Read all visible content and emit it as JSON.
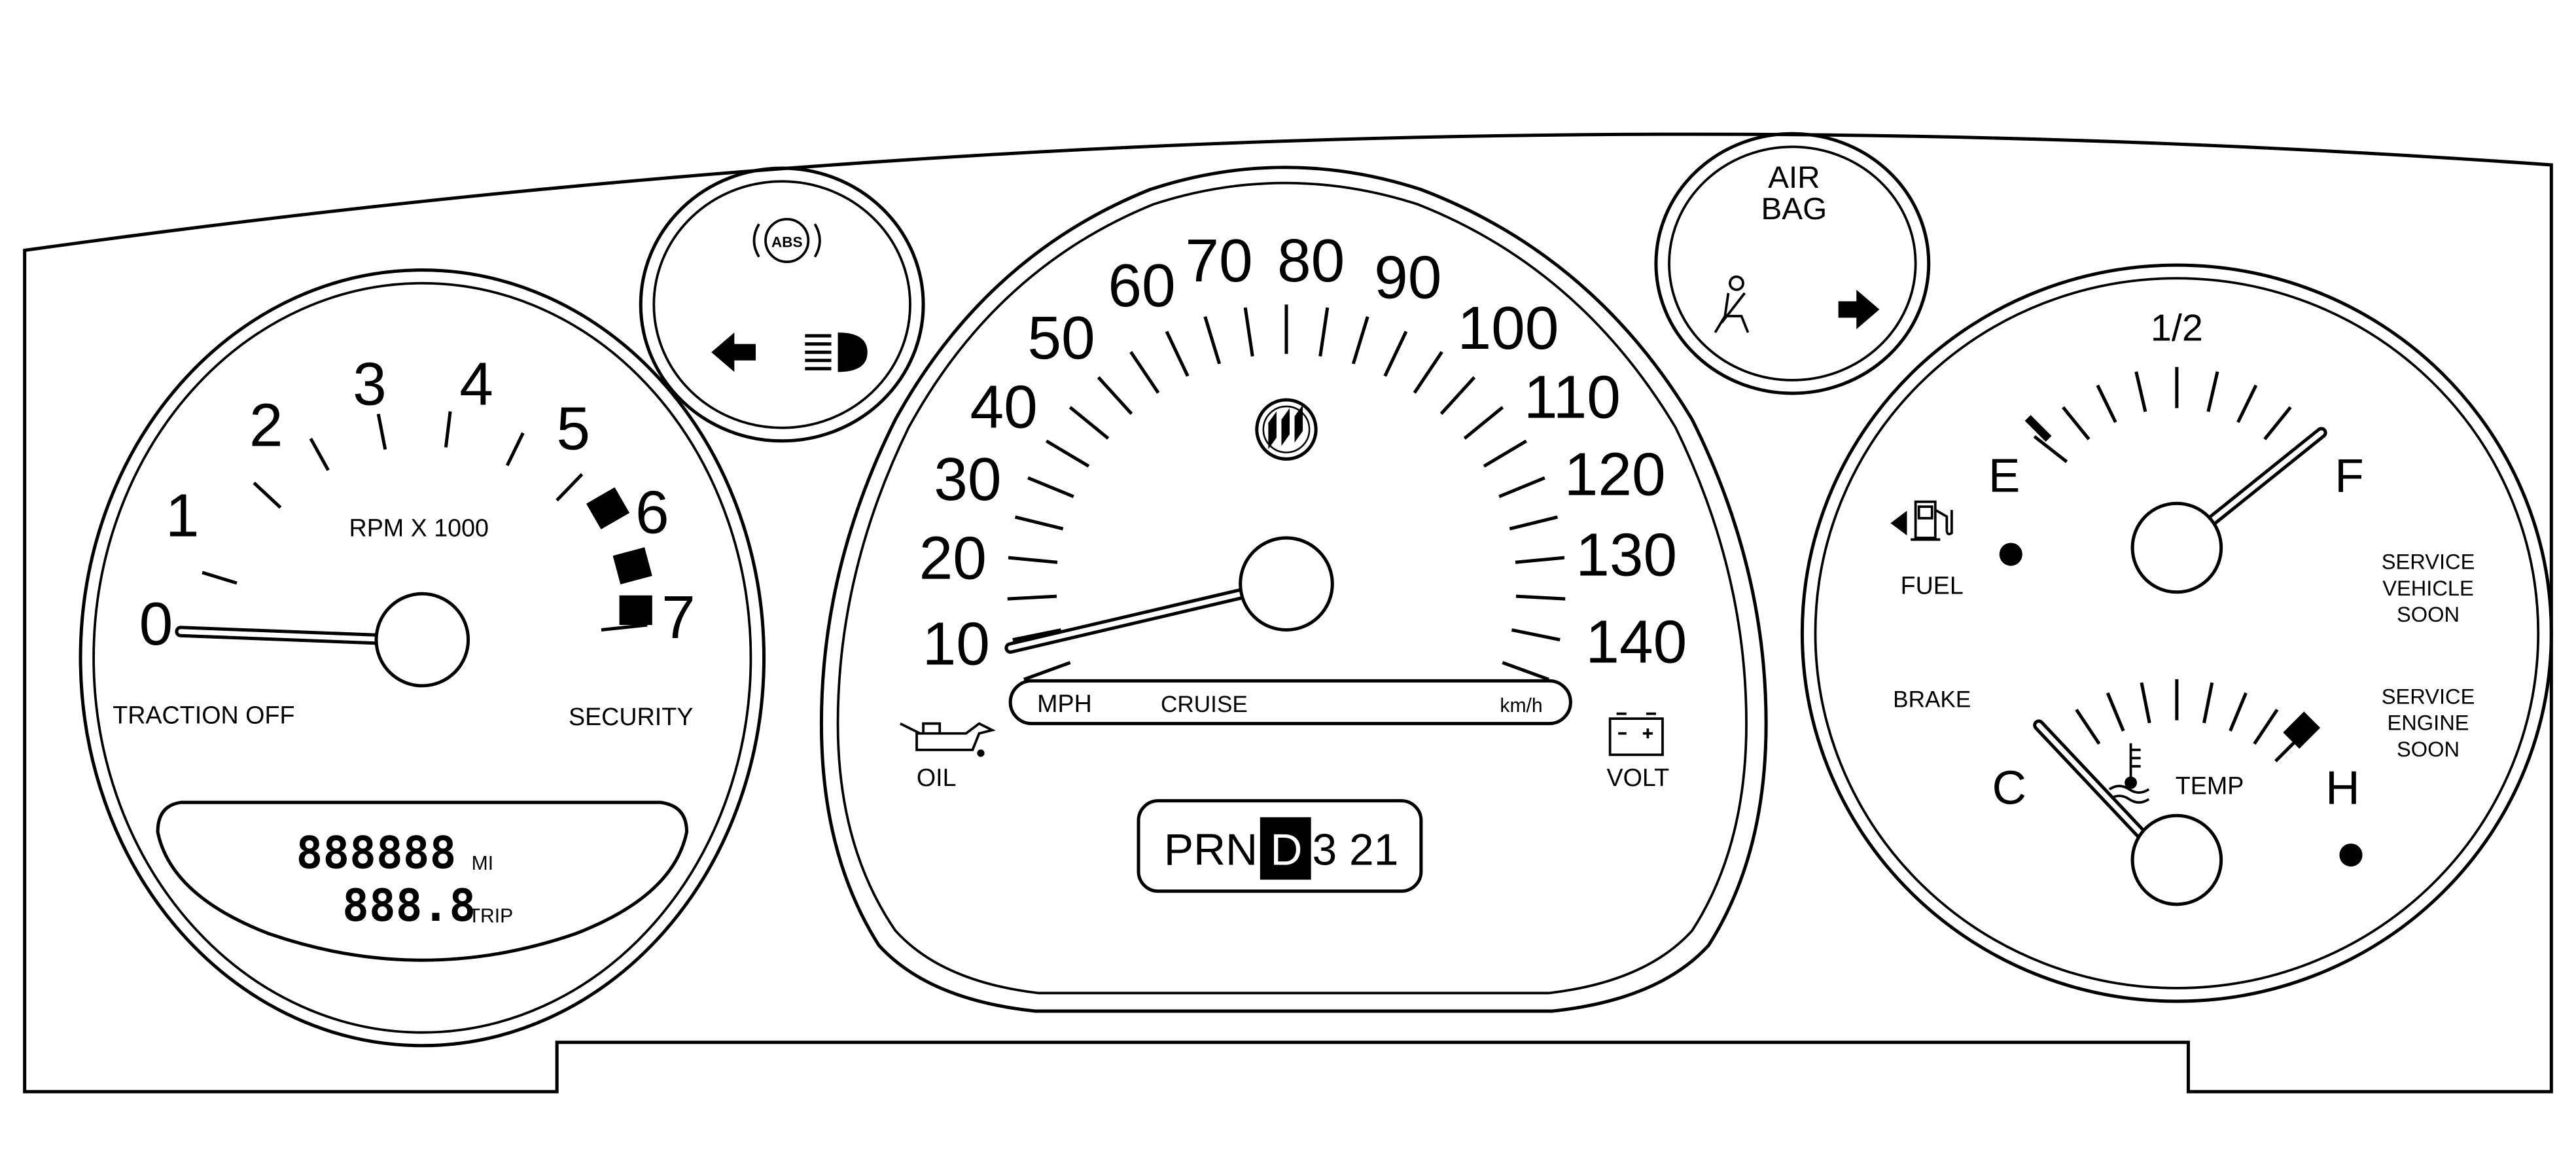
{
  "tachometer": {
    "numbers": [
      "0",
      "1",
      "2",
      "3",
      "4",
      "5",
      "6",
      "7"
    ],
    "unit_label": "RPM X 1000",
    "traction_label": "TRACTION OFF",
    "security_label": "SECURITY",
    "odometer_digits": "888888",
    "odometer_unit": "MI",
    "trip_digits": "888.8",
    "trip_unit": "TRIP"
  },
  "speedometer": {
    "numbers": [
      "10",
      "20",
      "30",
      "40",
      "50",
      "60",
      "70",
      "80",
      "90",
      "100",
      "110",
      "120",
      "130",
      "140"
    ],
    "mph_label": "MPH",
    "cruise_label": "CRUISE",
    "kmh_label": "km/h",
    "oil_label": "OIL",
    "volt_label": "VOLT"
  },
  "gear_indicator": {
    "gears_left": "PRN",
    "selected_gear": "D",
    "gears_right": "3 21"
  },
  "abs_pod": {
    "abs_label": "ABS"
  },
  "airbag_pod": {
    "airbag_line1": "AIR",
    "airbag_line2": "BAG"
  },
  "fuel_gauge": {
    "half_label": "1/2",
    "empty_label": "E",
    "full_label": "F",
    "fuel_label": "FUEL"
  },
  "temp_gauge": {
    "cold_label": "C",
    "hot_label": "H",
    "temp_label": "TEMP"
  },
  "warning_labels": {
    "brake": "BRAKE",
    "service_vehicle": [
      "SERVICE",
      "VEHICLE",
      "SOON"
    ],
    "service_engine": [
      "SERVICE",
      "ENGINE",
      "SOON"
    ]
  },
  "colors": {
    "ink": "#000000",
    "paper": "#ffffff"
  }
}
